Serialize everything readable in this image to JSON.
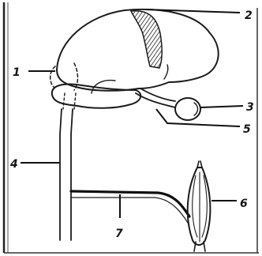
{
  "labels": [
    {
      "id": "1",
      "text": "1"
    },
    {
      "id": "2",
      "text": "2"
    },
    {
      "id": "3",
      "text": "3"
    },
    {
      "id": "4",
      "text": "4"
    },
    {
      "id": "5",
      "text": "5"
    },
    {
      "id": "6",
      "text": "6"
    },
    {
      "id": "7",
      "text": "7"
    }
  ]
}
